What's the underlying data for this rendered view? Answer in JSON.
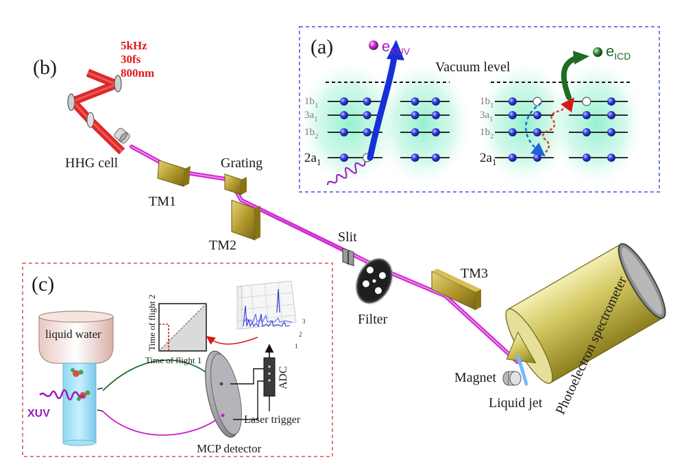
{
  "panel_labels": {
    "a": "(a)",
    "b": "(b)",
    "c": "(c)"
  },
  "laser_params": {
    "rep_rate": "5kHz",
    "duration": "30fs",
    "wavelength": "800nm"
  },
  "components": {
    "hhg_cell": "HHG cell",
    "tm1": "TM1",
    "grating": "Grating",
    "tm2": "TM2",
    "slit": "Slit",
    "filter": "Filter",
    "tm3": "TM3",
    "magnet": "Magnet",
    "liquid_jet": "Liquid jet",
    "spectrometer": "Photoelectron spectrometer"
  },
  "panel_a": {
    "vacuum_level": "Vacuum level",
    "e_xuv": {
      "base": "e",
      "sub": "XUV"
    },
    "e_icd": {
      "base": "e",
      "sub": "ICD"
    },
    "orbitals": [
      {
        "base": "1b",
        "sub": "1"
      },
      {
        "base": "3a",
        "sub": "1"
      },
      {
        "base": "1b",
        "sub": "2"
      },
      {
        "base": "2a",
        "sub": "1"
      }
    ]
  },
  "panel_c": {
    "liquid_water": "liquid water",
    "xuv": "XUV",
    "tof_y_label": "Time of flight 2",
    "tof_x_label": "Time of flight 1",
    "adc": "ADC",
    "laser_trigger": "Laser trigger",
    "mcp_detector": "MCP detector",
    "plot_ticks": [
      "1",
      "2",
      "3"
    ]
  },
  "colors": {
    "beam_ir": "#d81818",
    "beam_xuv": "#cc22cc",
    "mirror_gold": "#b39a2e",
    "panel_a_border": "#6c7fe8",
    "panel_c_border": "#e87a7a",
    "electron_blue": "#2b36d6",
    "icd_green": "#2e7d32"
  }
}
